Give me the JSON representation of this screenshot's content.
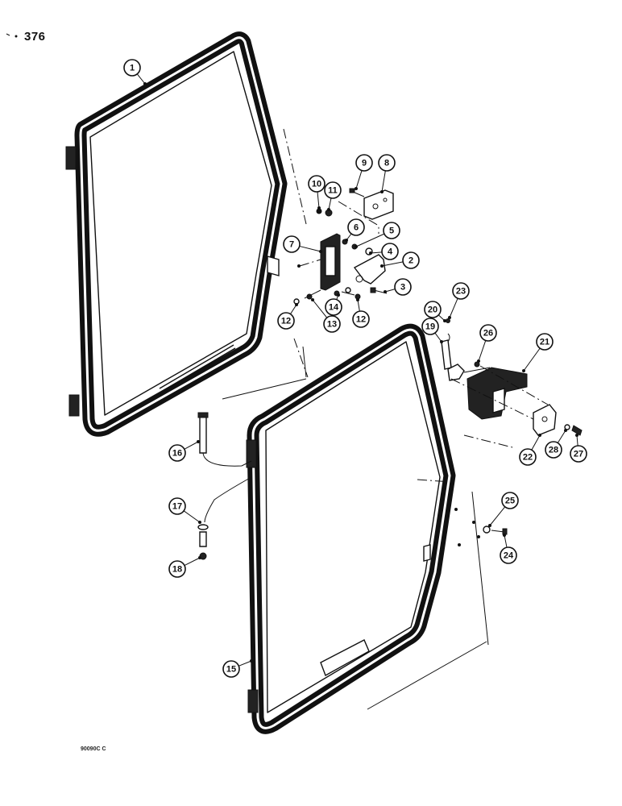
{
  "page_number": "376",
  "figure_code": "90090C C",
  "callouts": [
    "1",
    "2",
    "3",
    "4",
    "5",
    "6",
    "7",
    "8",
    "9",
    "10",
    "11",
    "12",
    "12",
    "13",
    "14",
    "15",
    "16",
    "17",
    "18",
    "19",
    "20",
    "21",
    "22",
    "23",
    "24",
    "25",
    "26",
    "27",
    "28"
  ]
}
